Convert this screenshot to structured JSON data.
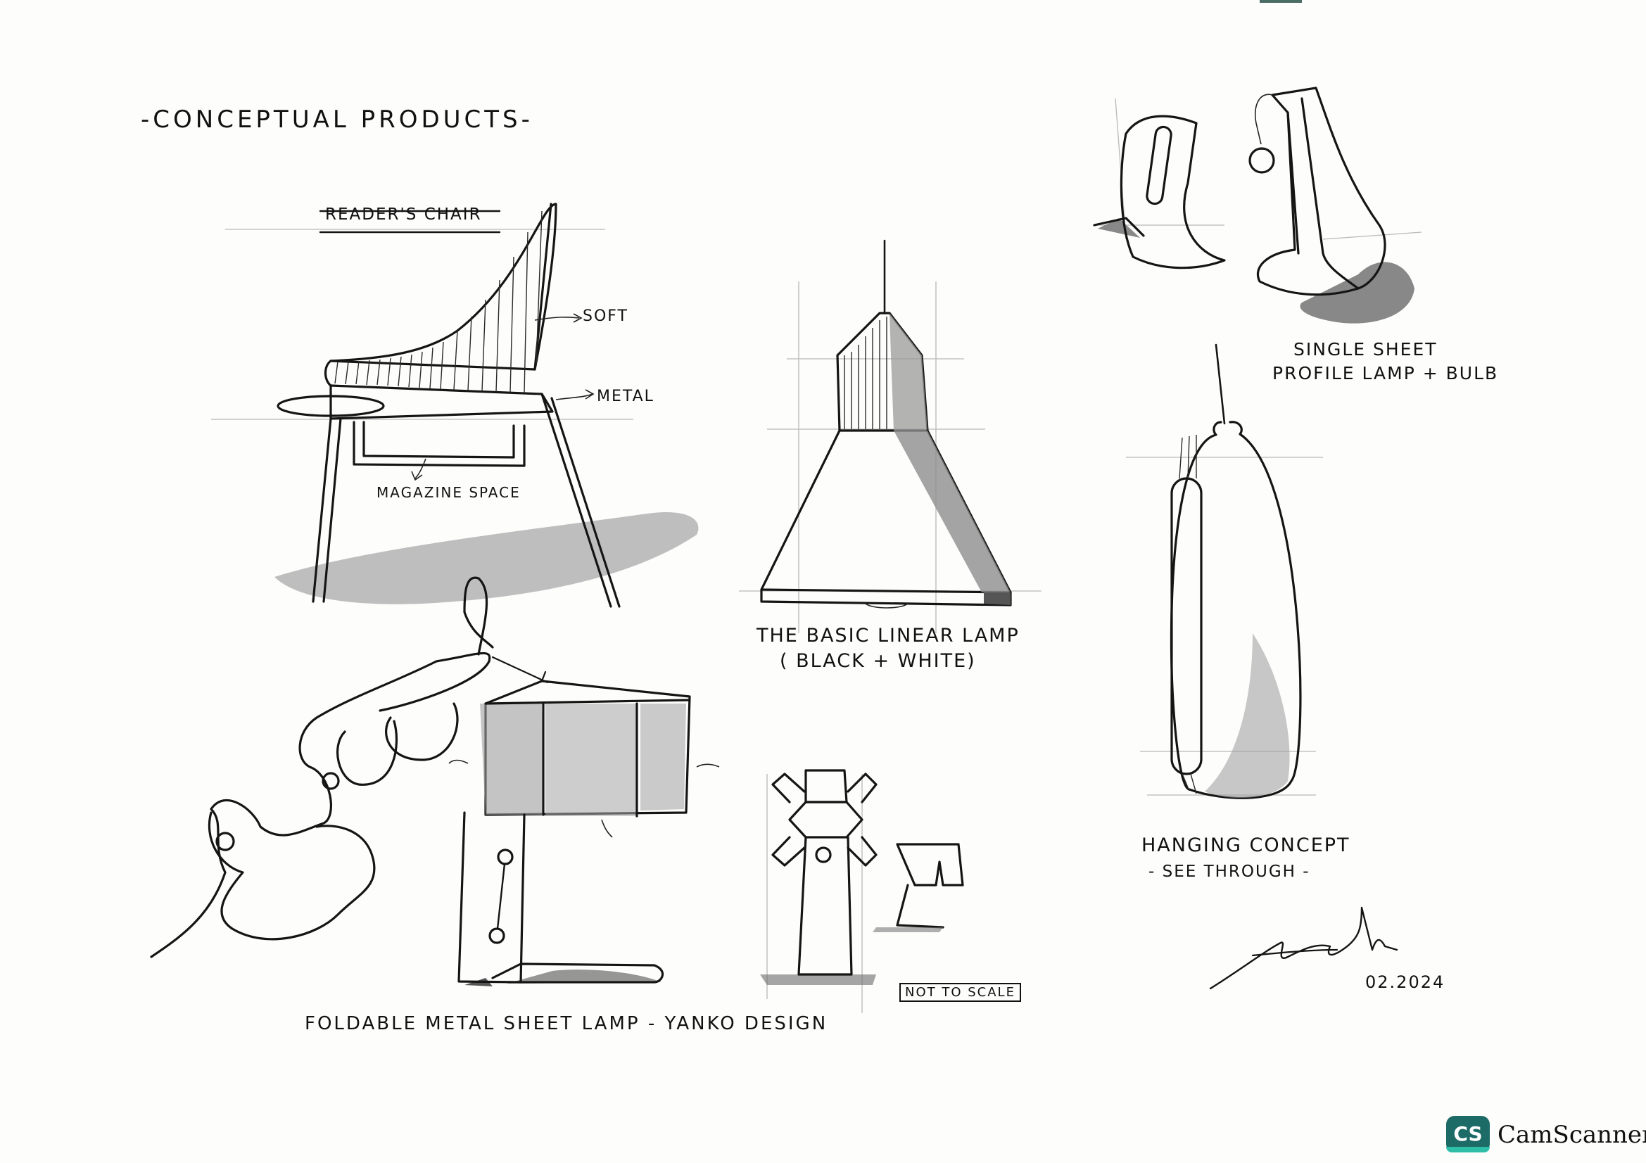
{
  "title": "-CONCEPTUAL PRODUCTS-",
  "chair": {
    "title": "READER'S CHAIR",
    "soft_label": "SOFT",
    "metal_label": "METAL",
    "magazine_label": "MAGAZINE SPACE"
  },
  "linear_lamp": {
    "label_line1": "THE BASIC LINEAR LAMP",
    "label_line2": "( BLACK + WHITE)"
  },
  "profile_lamp": {
    "label_line1": "SINGLE SHEET",
    "label_line2": "PROFILE LAMP + BULB"
  },
  "hanging": {
    "label_line1": "HANGING CONCEPT",
    "label_line2": "- SEE THROUGH -"
  },
  "foldable": {
    "label": "FOLDABLE METAL SHEET LAMP - YANKO DESIGN",
    "not_to_scale": "NOT TO SCALE"
  },
  "signature": {
    "date": "02.2024"
  },
  "watermark": {
    "logo_text": "CS",
    "name": "CamScanner",
    "brand_color": "#1c6b66",
    "accent_color": "#2fbfa8"
  }
}
